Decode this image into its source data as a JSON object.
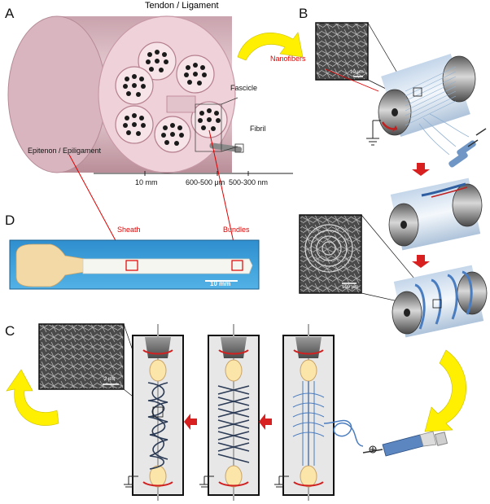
{
  "panels": {
    "a": "A",
    "b": "B",
    "c": "C",
    "d": "D"
  },
  "panel_a": {
    "title": "Tendon / Ligament",
    "fascicle": "Fascicle",
    "fibril": "Fibril",
    "epitenon": "Epitenon / Epiligament",
    "scale_10mm": "10 mm",
    "scale_600": "600-500 μm",
    "scale_500": "500-300 nm"
  },
  "panel_b": {
    "nanofibers": "Nanofibers",
    "sem_scale_top": "10 μm",
    "sem_scale_bundle": "100 μm"
  },
  "panel_d": {
    "sheath": "Sheath",
    "bundles": "Bundles",
    "scale": "10 mm"
  },
  "panel_c": {
    "sem_scale": "2 μm"
  },
  "colors": {
    "label_red": "#e00000",
    "arrow_yellow": "#ffef00",
    "arrow_red": "#d92020",
    "tissue_pink": "#e8c2cc",
    "fiber_blue": "#6f96c4",
    "photo_bg": "#3aa0d8"
  }
}
